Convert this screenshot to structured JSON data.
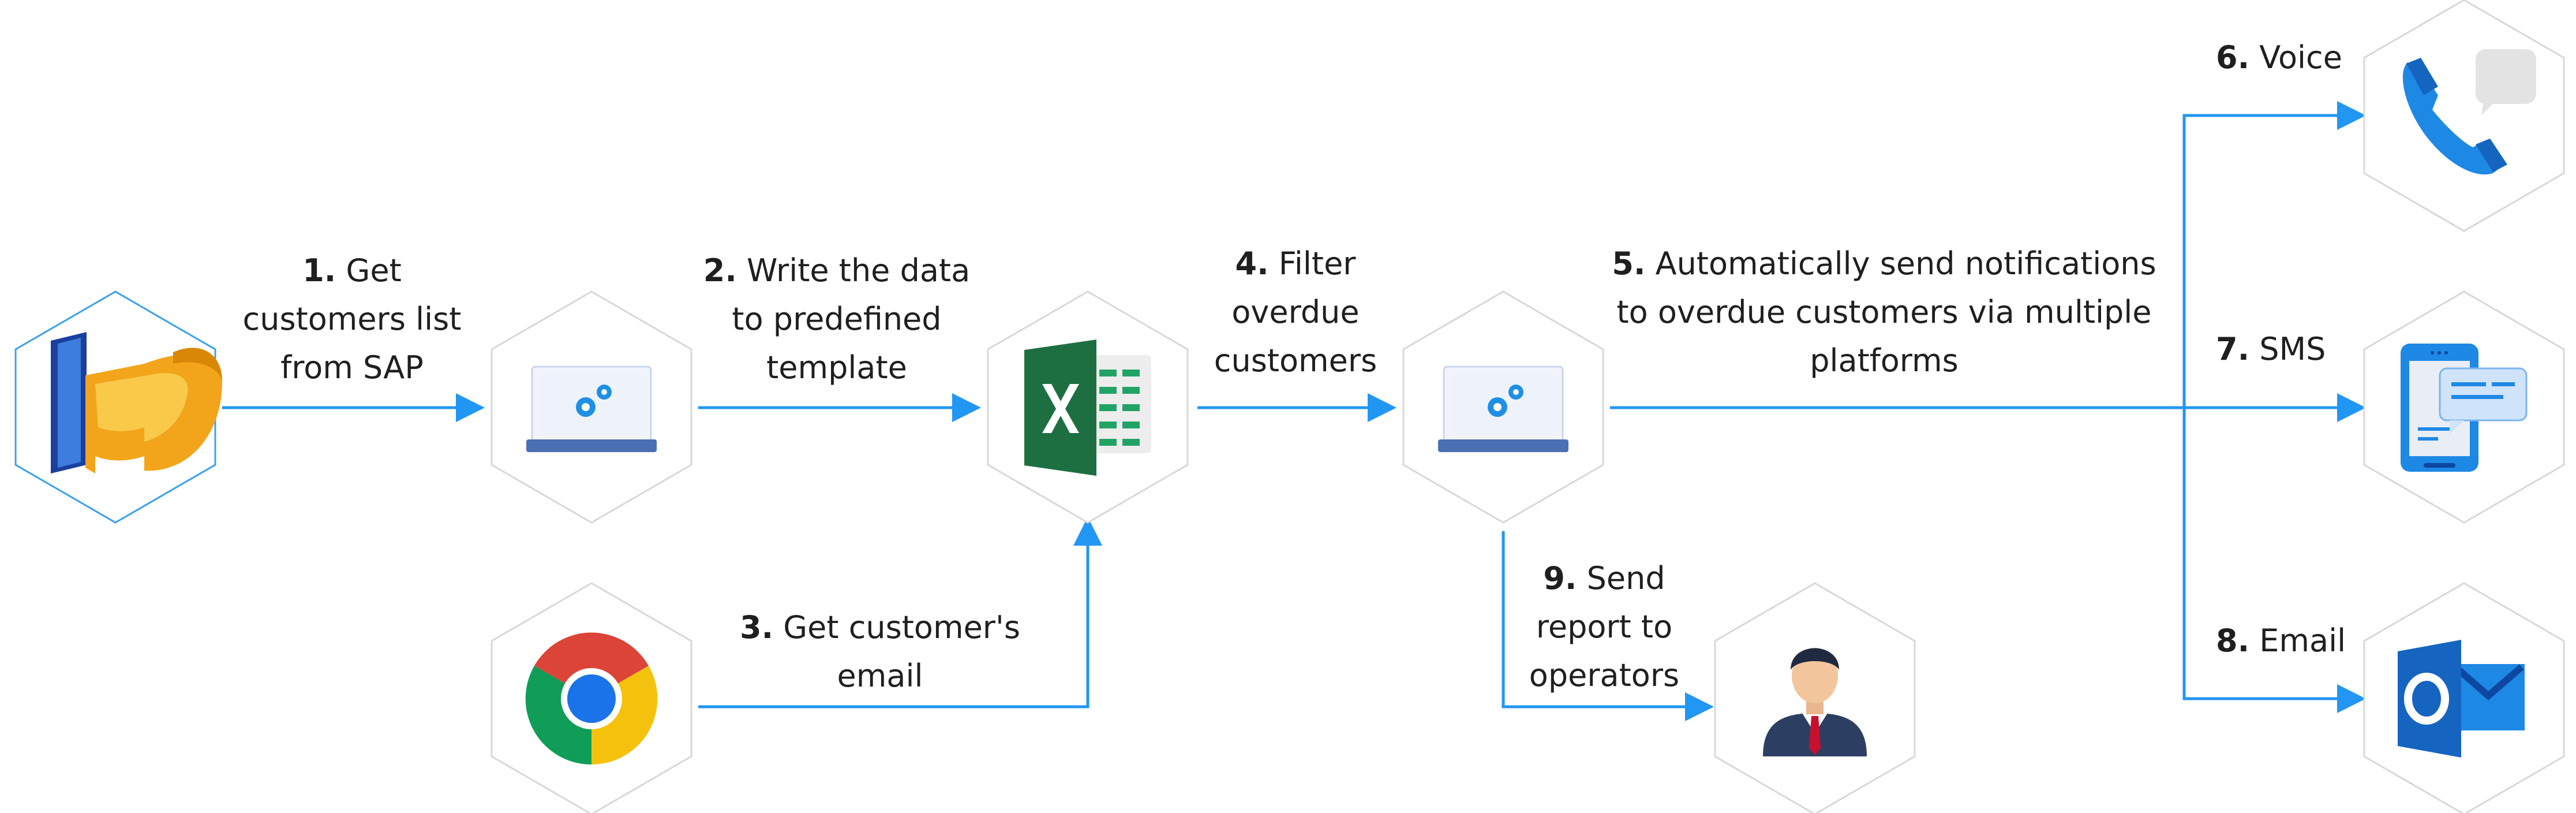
{
  "colors": {
    "arrow": "#2196f3",
    "hex_stroke": "#d8d8d8",
    "hex_stroke_highlight": "#3aa0ee"
  },
  "nodes": {
    "sap": {
      "icon": "sap-logon-icon"
    },
    "bot1": {
      "icon": "laptop-gears-icon"
    },
    "excel": {
      "icon": "excel-icon"
    },
    "bot2": {
      "icon": "laptop-gears-icon"
    },
    "chrome": {
      "icon": "chrome-icon"
    },
    "voice": {
      "icon": "phone-call-icon"
    },
    "sms": {
      "icon": "smartphone-chat-icon"
    },
    "email": {
      "icon": "outlook-icon"
    },
    "operator": {
      "icon": "businessman-avatar-icon"
    }
  },
  "steps": {
    "s1": {
      "num": "1.",
      "line1": "Get",
      "line2": "customers list",
      "line3": "from SAP"
    },
    "s2": {
      "num": "2.",
      "line1": "Write the data",
      "line2": "to predefined",
      "line3": "template"
    },
    "s3": {
      "num": "3.",
      "line1": "Get customer's",
      "line2": "email"
    },
    "s4": {
      "num": "4.",
      "line1": "Filter",
      "line2": "overdue",
      "line3": "customers"
    },
    "s5": {
      "num": "5.",
      "line1": "Automatically send notifications",
      "line2": "to overdue customers via multiple",
      "line3": "platforms"
    },
    "s6": {
      "num": "6.",
      "text": "Voice"
    },
    "s7": {
      "num": "7.",
      "text": "SMS"
    },
    "s8": {
      "num": "8.",
      "text": "Email"
    },
    "s9": {
      "num": "9.",
      "line1": "Send",
      "line2": "report to",
      "line3": "operators"
    }
  }
}
